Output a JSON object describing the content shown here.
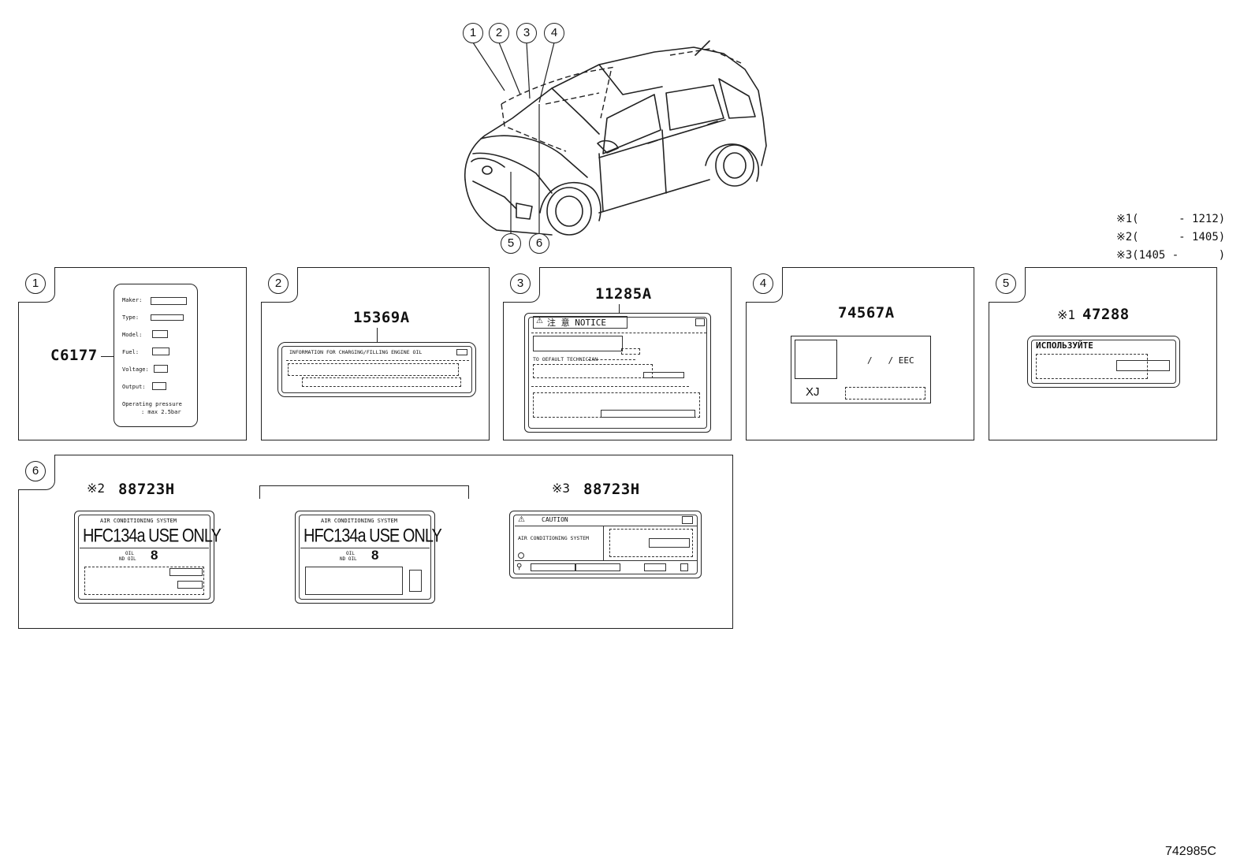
{
  "diagram_id": "742985C",
  "callouts": [
    "1",
    "2",
    "3",
    "4",
    "5",
    "6"
  ],
  "notes": [
    {
      "mark": "※1",
      "range": "(      - 1212)"
    },
    {
      "mark": "※2",
      "range": "(      - 1405)"
    },
    {
      "mark": "※3",
      "range": "(1405 -      )"
    }
  ],
  "panels": {
    "p1": {
      "num": "1",
      "part": "C6177",
      "fields": [
        "Maker:",
        "Type:",
        "Model:",
        "Fuel:",
        "Voltage:",
        "Output:"
      ],
      "footer_line1": "Operating pressure",
      "footer_line2": ": max 2.5bar"
    },
    "p2": {
      "num": "2",
      "part": "15369A",
      "header": "INFORMATION  FOR CHARGING/FILLING ENGINE OIL"
    },
    "p3": {
      "num": "3",
      "part": "11285A",
      "header": "注 意  NOTICE",
      "line1": "TO OEFAULT TECHNICIAN"
    },
    "p4": {
      "num": "4",
      "part": "74567A",
      "eec": "/   / EEC",
      "xj": "XJ"
    },
    "p5": {
      "num": "5",
      "mark": "※1",
      "part": "47288",
      "header": "ИСПОЛЬЗУЙТЕ"
    },
    "p6": {
      "num": "6",
      "left": {
        "mark": "※2",
        "part": "88723H",
        "system": "AIR CONDITIONING SYSTEM",
        "main": "HFC134a USE ONLY",
        "oil1": "OIL",
        "oil2": "ND OIL",
        "oil_num": "8"
      },
      "right": {
        "mark": "※3",
        "part": "88723H",
        "caution": "CAUTION",
        "system": "AIR CONDITIONING SYSTEM"
      }
    }
  }
}
